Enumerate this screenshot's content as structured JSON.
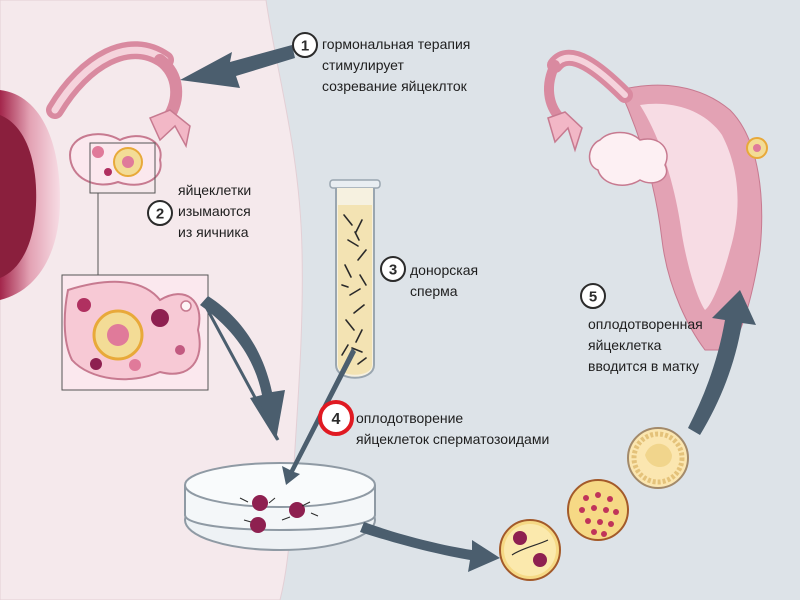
{
  "steps": [
    {
      "number": "1",
      "lines": [
        "гормональная терапия",
        "стимулирует",
        "созревание яйцеклток"
      ]
    },
    {
      "number": "2",
      "lines": [
        "яйцеклетки",
        "изымаются",
        "из яичника"
      ]
    },
    {
      "number": "3",
      "lines": [
        "донорская",
        "сперма"
      ]
    },
    {
      "number": "4",
      "lines": [
        "оплодотворение",
        "яйцеклеток сперматозоидами"
      ]
    },
    {
      "number": "5",
      "lines": [
        "оплодотворенная",
        "яйцеклетка",
        "вводится в матку"
      ]
    }
  ],
  "colors": {
    "background": "#dde3e8",
    "body": "#f5e9ec",
    "tissue": "#f2b7c6",
    "uterus_wall": "#d98aa0",
    "uterus_dark": "#8a1f3d",
    "arrow": "#4b5e6e",
    "highlight_ring": "#e01a22",
    "egg_yellow": "#f3dc96",
    "cell_purple": "#8e2050"
  }
}
